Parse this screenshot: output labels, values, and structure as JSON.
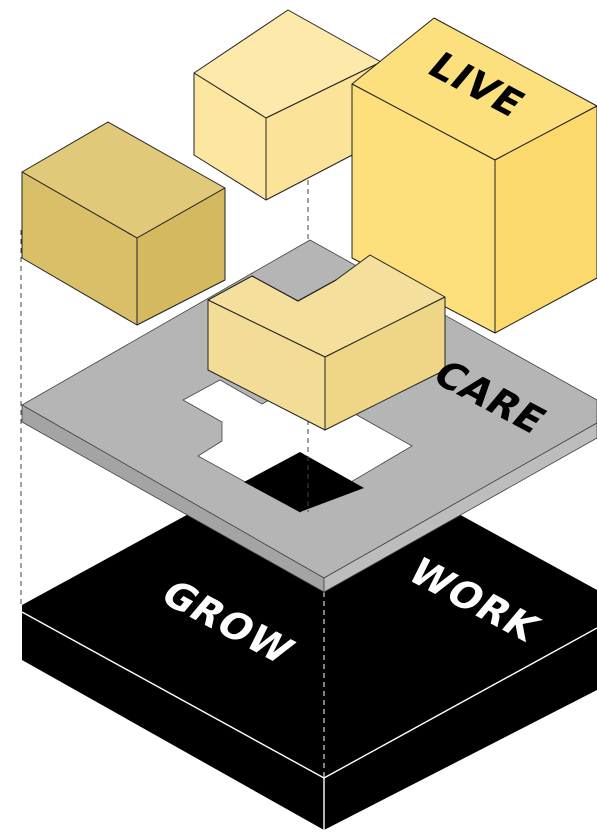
{
  "labels": {
    "live": "LIVE",
    "care": "CARE",
    "grow": "GROW",
    "work": "WORK"
  },
  "colors": {
    "base_black": "#000000",
    "plate_grey": "#b5b5b5",
    "plate_grey_side": "#a8a8a8",
    "block_gold": "#dcc36e",
    "block_gold_side": "#d2b75e",
    "block_cream": "#fde8a4",
    "block_cream_side": "#fce29a",
    "block_yellow": "#fde07e",
    "block_yellow_side": "#fbd96c",
    "block_pale": "#f5df9d",
    "block_pale_side": "#f0d88e",
    "outline": "#222222",
    "label_light": "#ffffff",
    "label_dark": "#000000"
  }
}
